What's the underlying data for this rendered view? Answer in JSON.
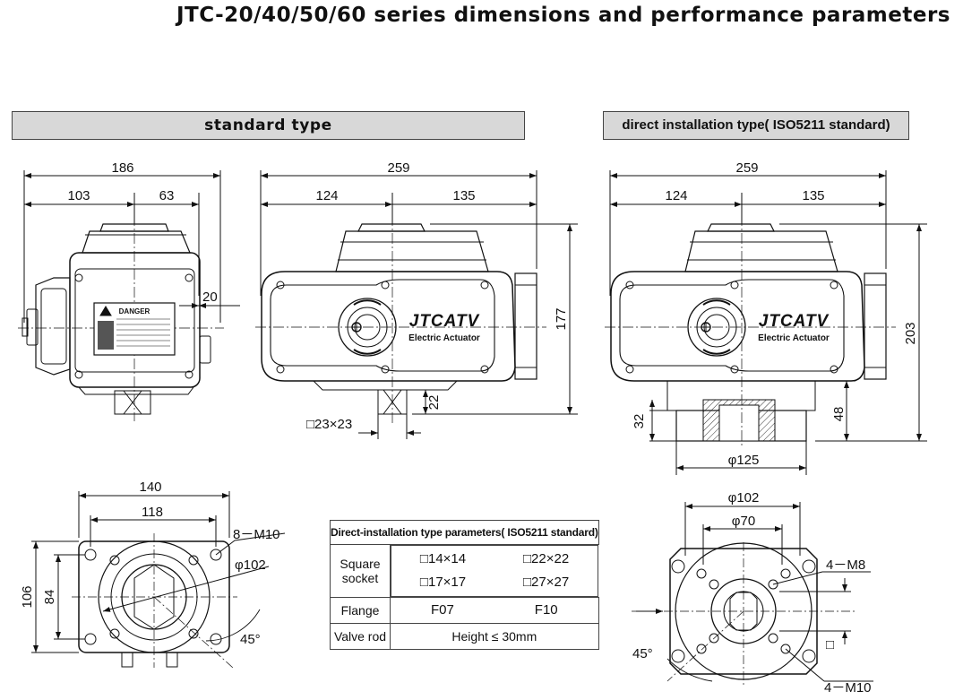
{
  "title": "JTC-20/40/50/60 series dimensions and performance parameters",
  "headers": {
    "standard": "standard type",
    "direct": "direct installation type( ISO5211 standard)"
  },
  "left_view": {
    "overall_width": "186",
    "left_part": "103",
    "right_part": "63",
    "side_offset": "20"
  },
  "front_view": {
    "overall_width": "259",
    "left_part": "124",
    "right_part": "135",
    "height": "177",
    "shaft_height": "22",
    "square": "□23×23",
    "brand": "JTCATV",
    "subtitle": "Electric Actuator"
  },
  "direct_view": {
    "overall_width": "259",
    "left_part": "124",
    "right_part": "135",
    "height": "203",
    "flange_height": "48",
    "socket_depth": "32",
    "flange_diameter": "φ125",
    "brand": "JTCATV",
    "subtitle": "Electric Actuator"
  },
  "bottom_left": {
    "outer_width": "140",
    "bolt_width": "118",
    "outer_height": "106",
    "bolt_height": "84",
    "bolts": "8－M10",
    "circle": "φ102",
    "angle": "45°"
  },
  "bottom_right": {
    "outer_circle": "φ102",
    "inner_circle": "φ70",
    "inner_bolts": "4－M8",
    "outer_bolts": "4－M10",
    "angle": "45°",
    "square_mark": "□"
  },
  "label": {
    "danger": "DANGER"
  },
  "params_table": {
    "title": "Direct-installation type parameters( ISO5211 standard)",
    "square_socket_label": "Square socket",
    "sockets": [
      "□14×14",
      "□22×22",
      "□17×17",
      "□27×27"
    ],
    "flange_label": "Flange",
    "flanges": [
      "F07",
      "F10"
    ],
    "valve_rod_label": "Valve rod",
    "valve_rod_value": "Height ≤ 30mm"
  }
}
